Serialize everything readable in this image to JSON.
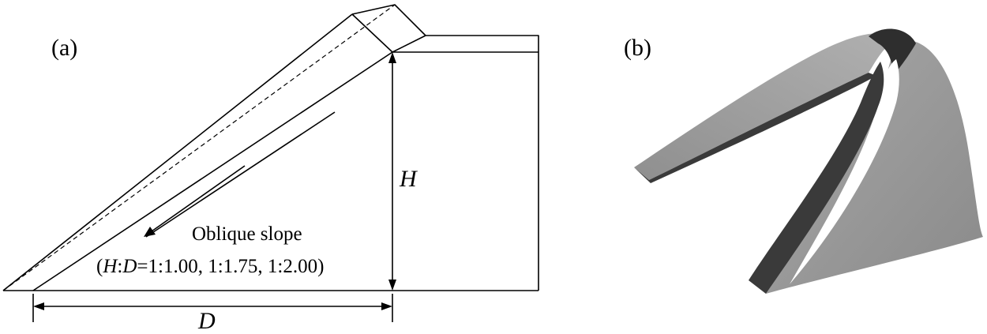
{
  "panel_a": {
    "label": "(a)",
    "height_symbol": "H",
    "depth_symbol": "D",
    "slope_title": "Oblique slope",
    "ratio_open": "(",
    "ratio_h": "H",
    "ratio_colon": ":",
    "ratio_d": "D",
    "ratio_values": "=1:1.00, 1:1.75, 1:2.00)"
  },
  "panel_b": {
    "label": "(b)"
  },
  "colors": {
    "line": "#000000",
    "surface_light": "#9a9a9a",
    "surface_mid": "#8c8c8c",
    "surface_dark": "#2e2e2e"
  }
}
